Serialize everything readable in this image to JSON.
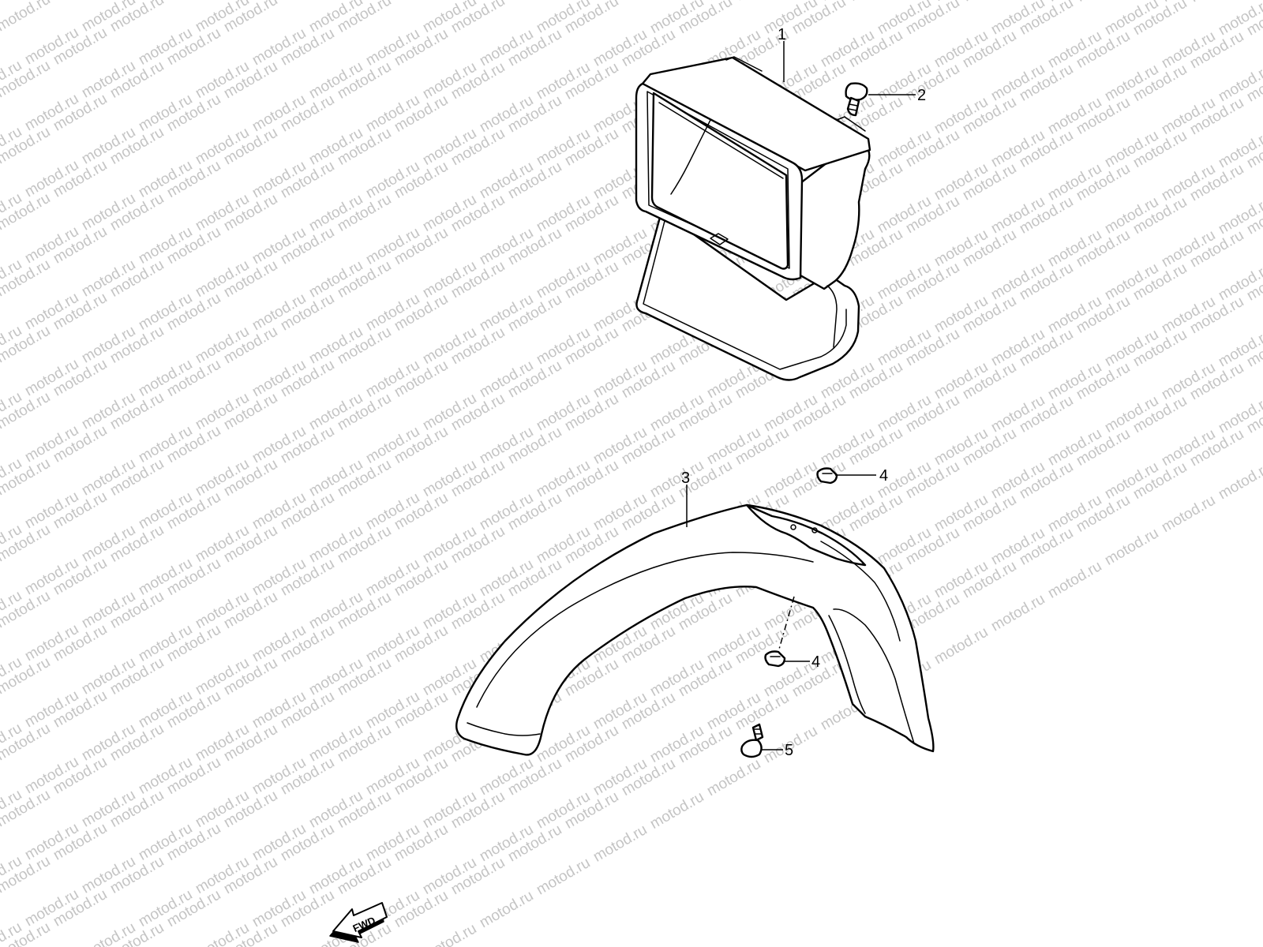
{
  "watermark": {
    "text": "motod.ru",
    "color": "#c4c4c4",
    "angle_deg": -30
  },
  "parts": [
    {
      "id": "headlight-housing",
      "callout": "1"
    },
    {
      "id": "headlight-screw",
      "callout": "2"
    },
    {
      "id": "front-fender",
      "callout": "3"
    },
    {
      "id": "fender-nut-upper",
      "callout": "4"
    },
    {
      "id": "fender-nut-lower",
      "callout": "4"
    },
    {
      "id": "fender-bolt",
      "callout": "5"
    }
  ],
  "direction_arrow": {
    "label": "FWD",
    "icon": "fwd-arrow-icon"
  },
  "colors": {
    "line": "#000000",
    "background": "#ffffff"
  }
}
